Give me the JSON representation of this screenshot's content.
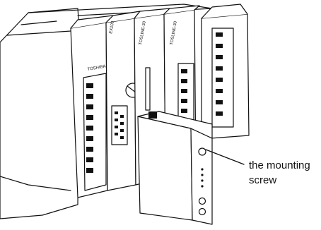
{
  "modules": {
    "m1": "TOSHIBA",
    "m2": "EX100",
    "m3": "TOSLINE-30",
    "m4": "TOSLINE-30"
  },
  "callout": {
    "line1": "the mounting",
    "line2": "screw"
  },
  "colors": {
    "ink": "#111111",
    "paper": "#ffffff"
  }
}
